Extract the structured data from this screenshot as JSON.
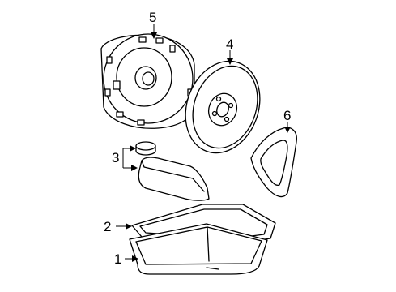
{
  "diagram": {
    "callouts": [
      {
        "id": "1",
        "part": "transmission-oil-pan"
      },
      {
        "id": "2",
        "part": "oil-pan-gasket"
      },
      {
        "id": "3",
        "part": "filter-and-seal"
      },
      {
        "id": "4",
        "part": "flexplate"
      },
      {
        "id": "5",
        "part": "torque-converter"
      },
      {
        "id": "6",
        "part": "cover-plate"
      }
    ]
  }
}
